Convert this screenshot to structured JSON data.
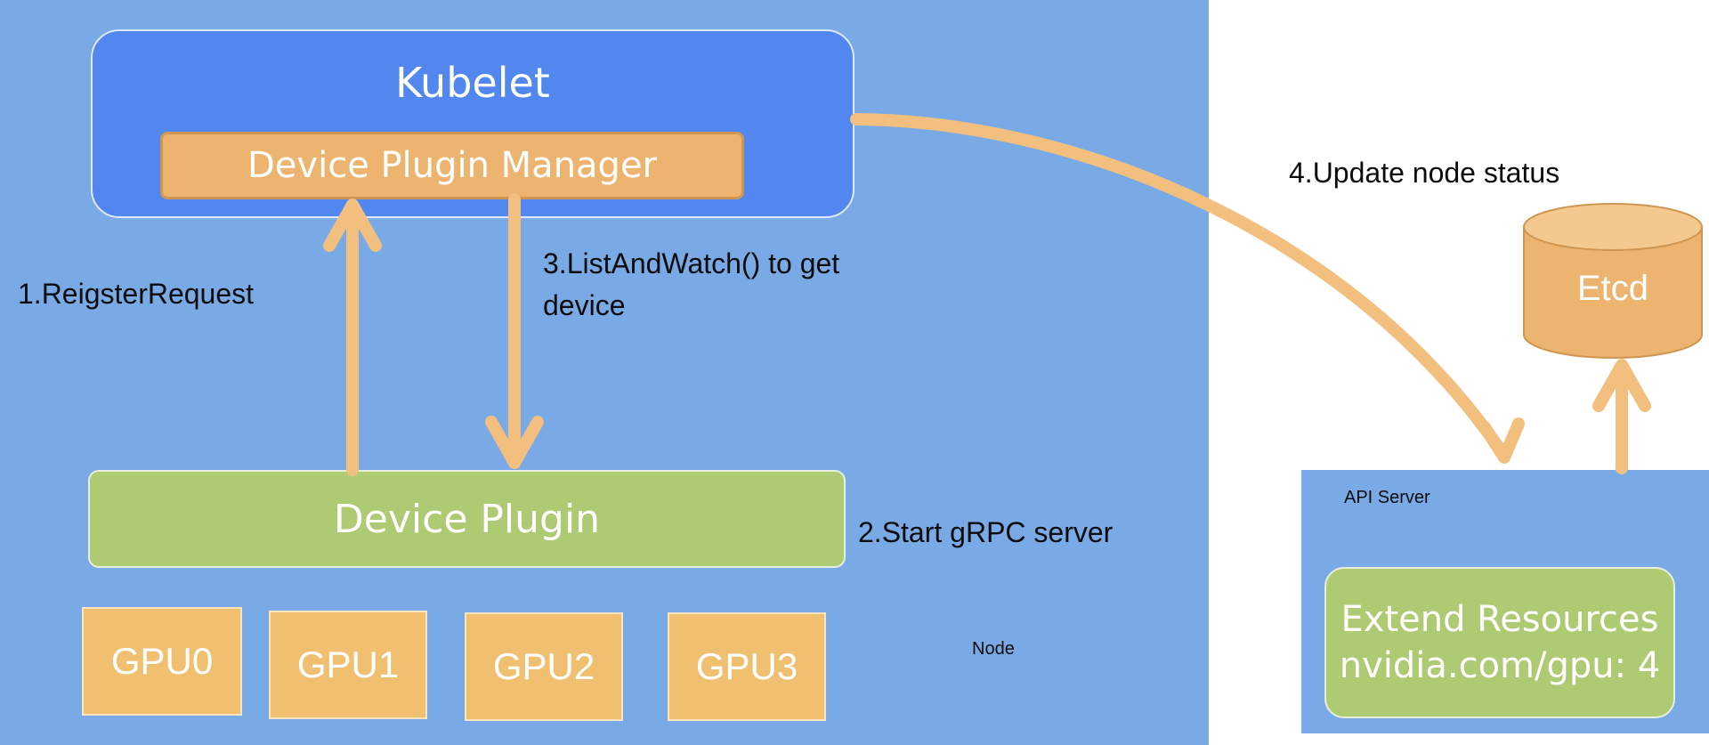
{
  "node": {
    "label": "Node",
    "kubelet_title": "Kubelet",
    "device_plugin_manager": "Device Plugin Manager",
    "device_plugin": "Device Plugin",
    "gpus": [
      "GPU0",
      "GPU1",
      "GPU2",
      "GPU3"
    ]
  },
  "steps": {
    "step1": "1.ReigsterRequest",
    "step2": "2.Start gRPC server",
    "step3_line1": "3.ListAndWatch() to get",
    "step3_line2": "device",
    "step4": "4.Update node status"
  },
  "api_server": {
    "label": "API Server",
    "extend_resources_line1": "Extend Resources",
    "extend_resources_line2": "nvidia.com/gpu: 4"
  },
  "etcd": {
    "label": "Etcd"
  },
  "colors": {
    "node_panel": "#7aaae6",
    "kubelet": "#5387f0",
    "orange": "#ecb46e",
    "green": "#aeca72",
    "arrow": "#f2bf7e"
  }
}
